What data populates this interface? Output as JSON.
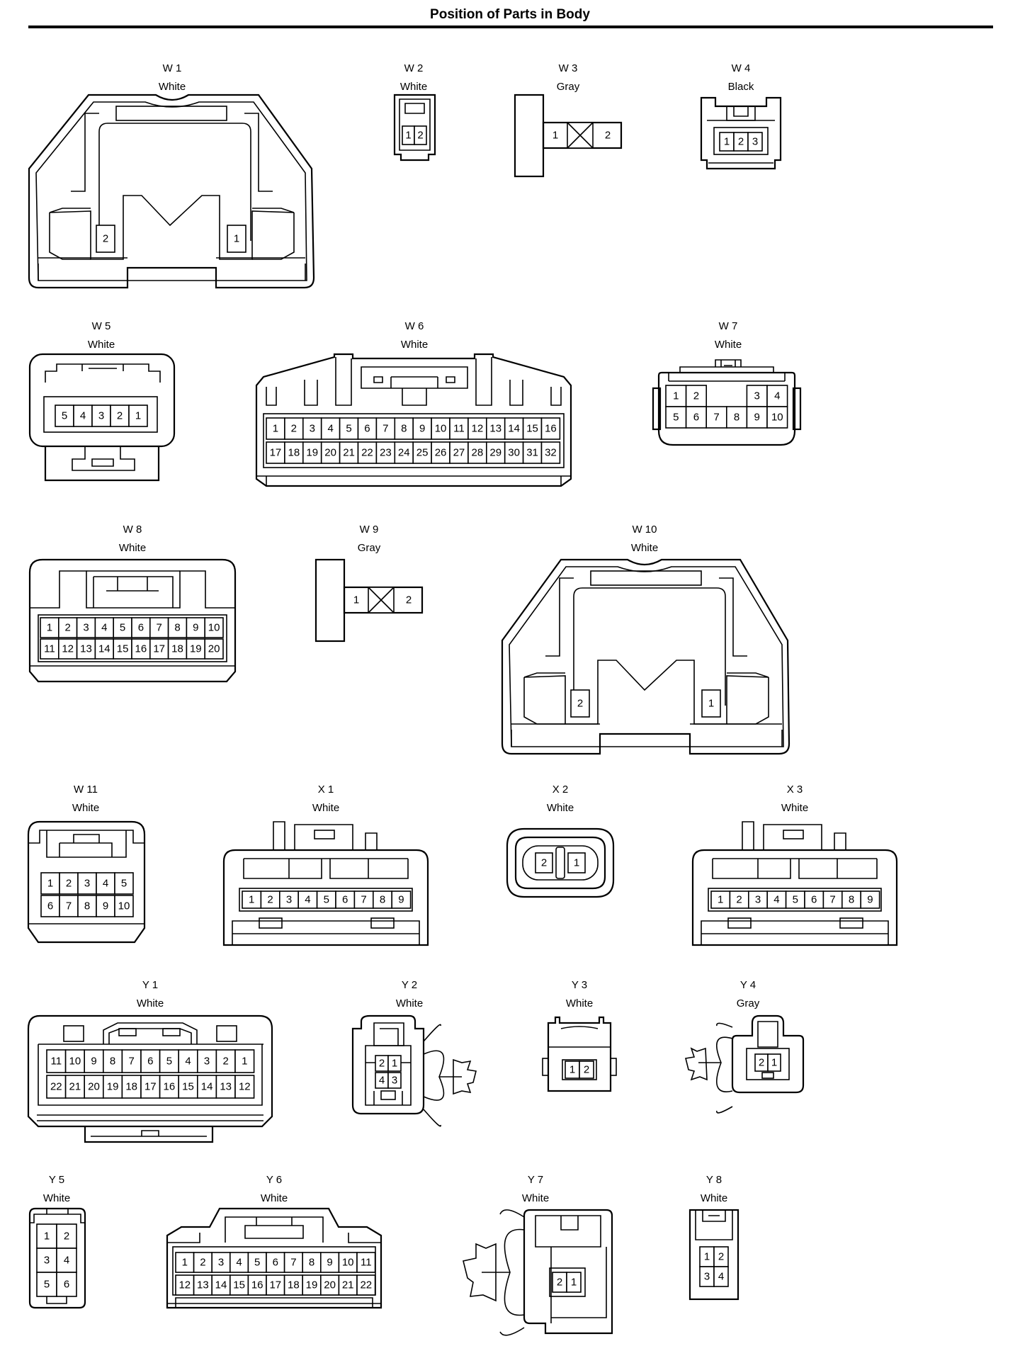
{
  "page": {
    "title": "Position of Parts in Body"
  },
  "connectors": [
    {
      "code": "W 1",
      "color": "White",
      "pins": [
        "2",
        "1"
      ]
    },
    {
      "code": "W 2",
      "color": "White",
      "pins": [
        "1",
        "2"
      ]
    },
    {
      "code": "W 3",
      "color": "Gray",
      "pins": [
        "1",
        "2"
      ]
    },
    {
      "code": "W 4",
      "color": "Black",
      "pins": [
        "1",
        "2",
        "3"
      ]
    },
    {
      "code": "W 5",
      "color": "White",
      "pins": [
        "5",
        "4",
        "3",
        "2",
        "1"
      ]
    },
    {
      "code": "W 6",
      "color": "White",
      "pins": [
        "1",
        "2",
        "3",
        "4",
        "5",
        "6",
        "7",
        "8",
        "9",
        "10",
        "11",
        "12",
        "13",
        "14",
        "15",
        "16",
        "17",
        "18",
        "19",
        "20",
        "21",
        "22",
        "23",
        "24",
        "25",
        "26",
        "27",
        "28",
        "29",
        "30",
        "31",
        "32"
      ]
    },
    {
      "code": "W 7",
      "color": "White",
      "pins": [
        "1",
        "2",
        "3",
        "4",
        "5",
        "6",
        "7",
        "8",
        "9",
        "10"
      ]
    },
    {
      "code": "W 8",
      "color": "White",
      "pins": [
        "1",
        "2",
        "3",
        "4",
        "5",
        "6",
        "7",
        "8",
        "9",
        "10",
        "11",
        "12",
        "13",
        "14",
        "15",
        "16",
        "17",
        "18",
        "19",
        "20"
      ]
    },
    {
      "code": "W 9",
      "color": "Gray",
      "pins": [
        "1",
        "2"
      ]
    },
    {
      "code": "W 10",
      "color": "White",
      "pins": [
        "2",
        "1"
      ]
    },
    {
      "code": "W 11",
      "color": "White",
      "pins": [
        "1",
        "2",
        "3",
        "4",
        "5",
        "6",
        "7",
        "8",
        "9",
        "10"
      ]
    },
    {
      "code": "X 1",
      "color": "White",
      "pins": [
        "1",
        "2",
        "3",
        "4",
        "5",
        "6",
        "7",
        "8",
        "9"
      ]
    },
    {
      "code": "X 2",
      "color": "White",
      "pins": [
        "2",
        "1"
      ]
    },
    {
      "code": "X 3",
      "color": "White",
      "pins": [
        "1",
        "2",
        "3",
        "4",
        "5",
        "6",
        "7",
        "8",
        "9"
      ]
    },
    {
      "code": "Y 1",
      "color": "White",
      "pins": [
        "11",
        "10",
        "9",
        "8",
        "7",
        "6",
        "5",
        "4",
        "3",
        "2",
        "1",
        "22",
        "21",
        "20",
        "19",
        "18",
        "17",
        "16",
        "15",
        "14",
        "13",
        "12"
      ]
    },
    {
      "code": "Y 2",
      "color": "White",
      "pins": [
        "2",
        "1",
        "4",
        "3"
      ]
    },
    {
      "code": "Y 3",
      "color": "White",
      "pins": [
        "1",
        "2"
      ]
    },
    {
      "code": "Y 4",
      "color": "Gray",
      "pins": [
        "2",
        "1"
      ]
    },
    {
      "code": "Y 5",
      "color": "White",
      "pins": [
        "1",
        "2",
        "3",
        "4",
        "5",
        "6"
      ]
    },
    {
      "code": "Y 6",
      "color": "White",
      "pins": [
        "1",
        "2",
        "3",
        "4",
        "5",
        "6",
        "7",
        "8",
        "9",
        "10",
        "11",
        "12",
        "13",
        "14",
        "15",
        "16",
        "17",
        "18",
        "19",
        "20",
        "21",
        "22"
      ]
    },
    {
      "code": "Y 7",
      "color": "White",
      "pins": [
        "2",
        "1"
      ]
    },
    {
      "code": "Y 8",
      "color": "White",
      "pins": [
        "1",
        "2",
        "3",
        "4"
      ]
    }
  ]
}
